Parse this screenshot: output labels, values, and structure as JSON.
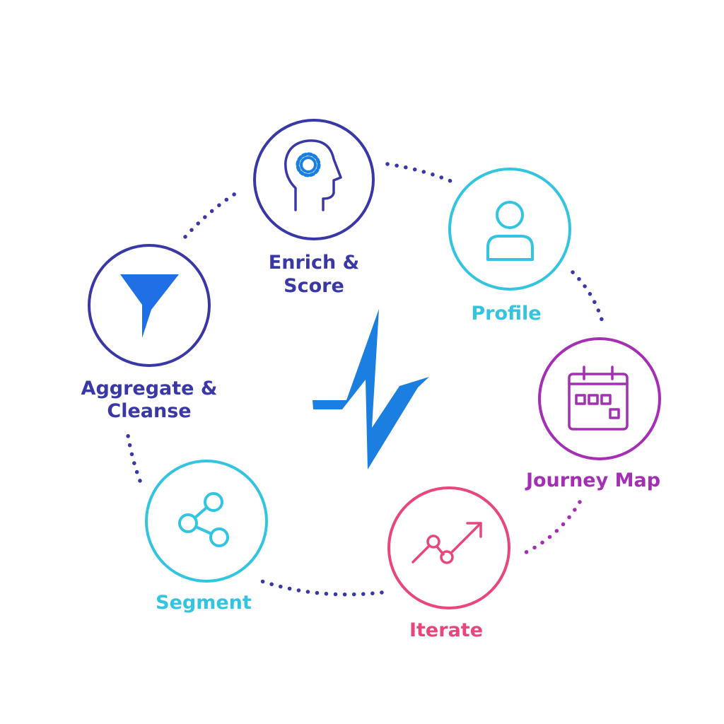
{
  "colors": {
    "navy": "#3a38a6",
    "cyan": "#33c4df",
    "purple": "#a42fb5",
    "pink": "#e9477c",
    "brand_blue": "#1a7fe0"
  },
  "center_logo": {
    "icon": "pulse-bolt-logo",
    "color": "#1a7fe0"
  },
  "stages": [
    {
      "id": "enrich-score",
      "lines": [
        "Enrich &",
        "Score"
      ],
      "icon": "head-gear-icon",
      "color": "#3a38a6"
    },
    {
      "id": "profile",
      "lines": [
        "Profile"
      ],
      "icon": "user-icon",
      "color": "#33c4df"
    },
    {
      "id": "journey-map",
      "lines": [
        "Journey Map"
      ],
      "icon": "calendar-icon",
      "color": "#a42fb5"
    },
    {
      "id": "iterate",
      "lines": [
        "Iterate"
      ],
      "icon": "trend-up-icon",
      "color": "#e9477c"
    },
    {
      "id": "segment",
      "lines": [
        "Segment"
      ],
      "icon": "share-nodes-icon",
      "color": "#33c4df"
    },
    {
      "id": "aggregate-cleanse",
      "lines": [
        "Aggregate &",
        "Cleanse"
      ],
      "icon": "funnel-icon",
      "color": "#3a38a6"
    }
  ]
}
